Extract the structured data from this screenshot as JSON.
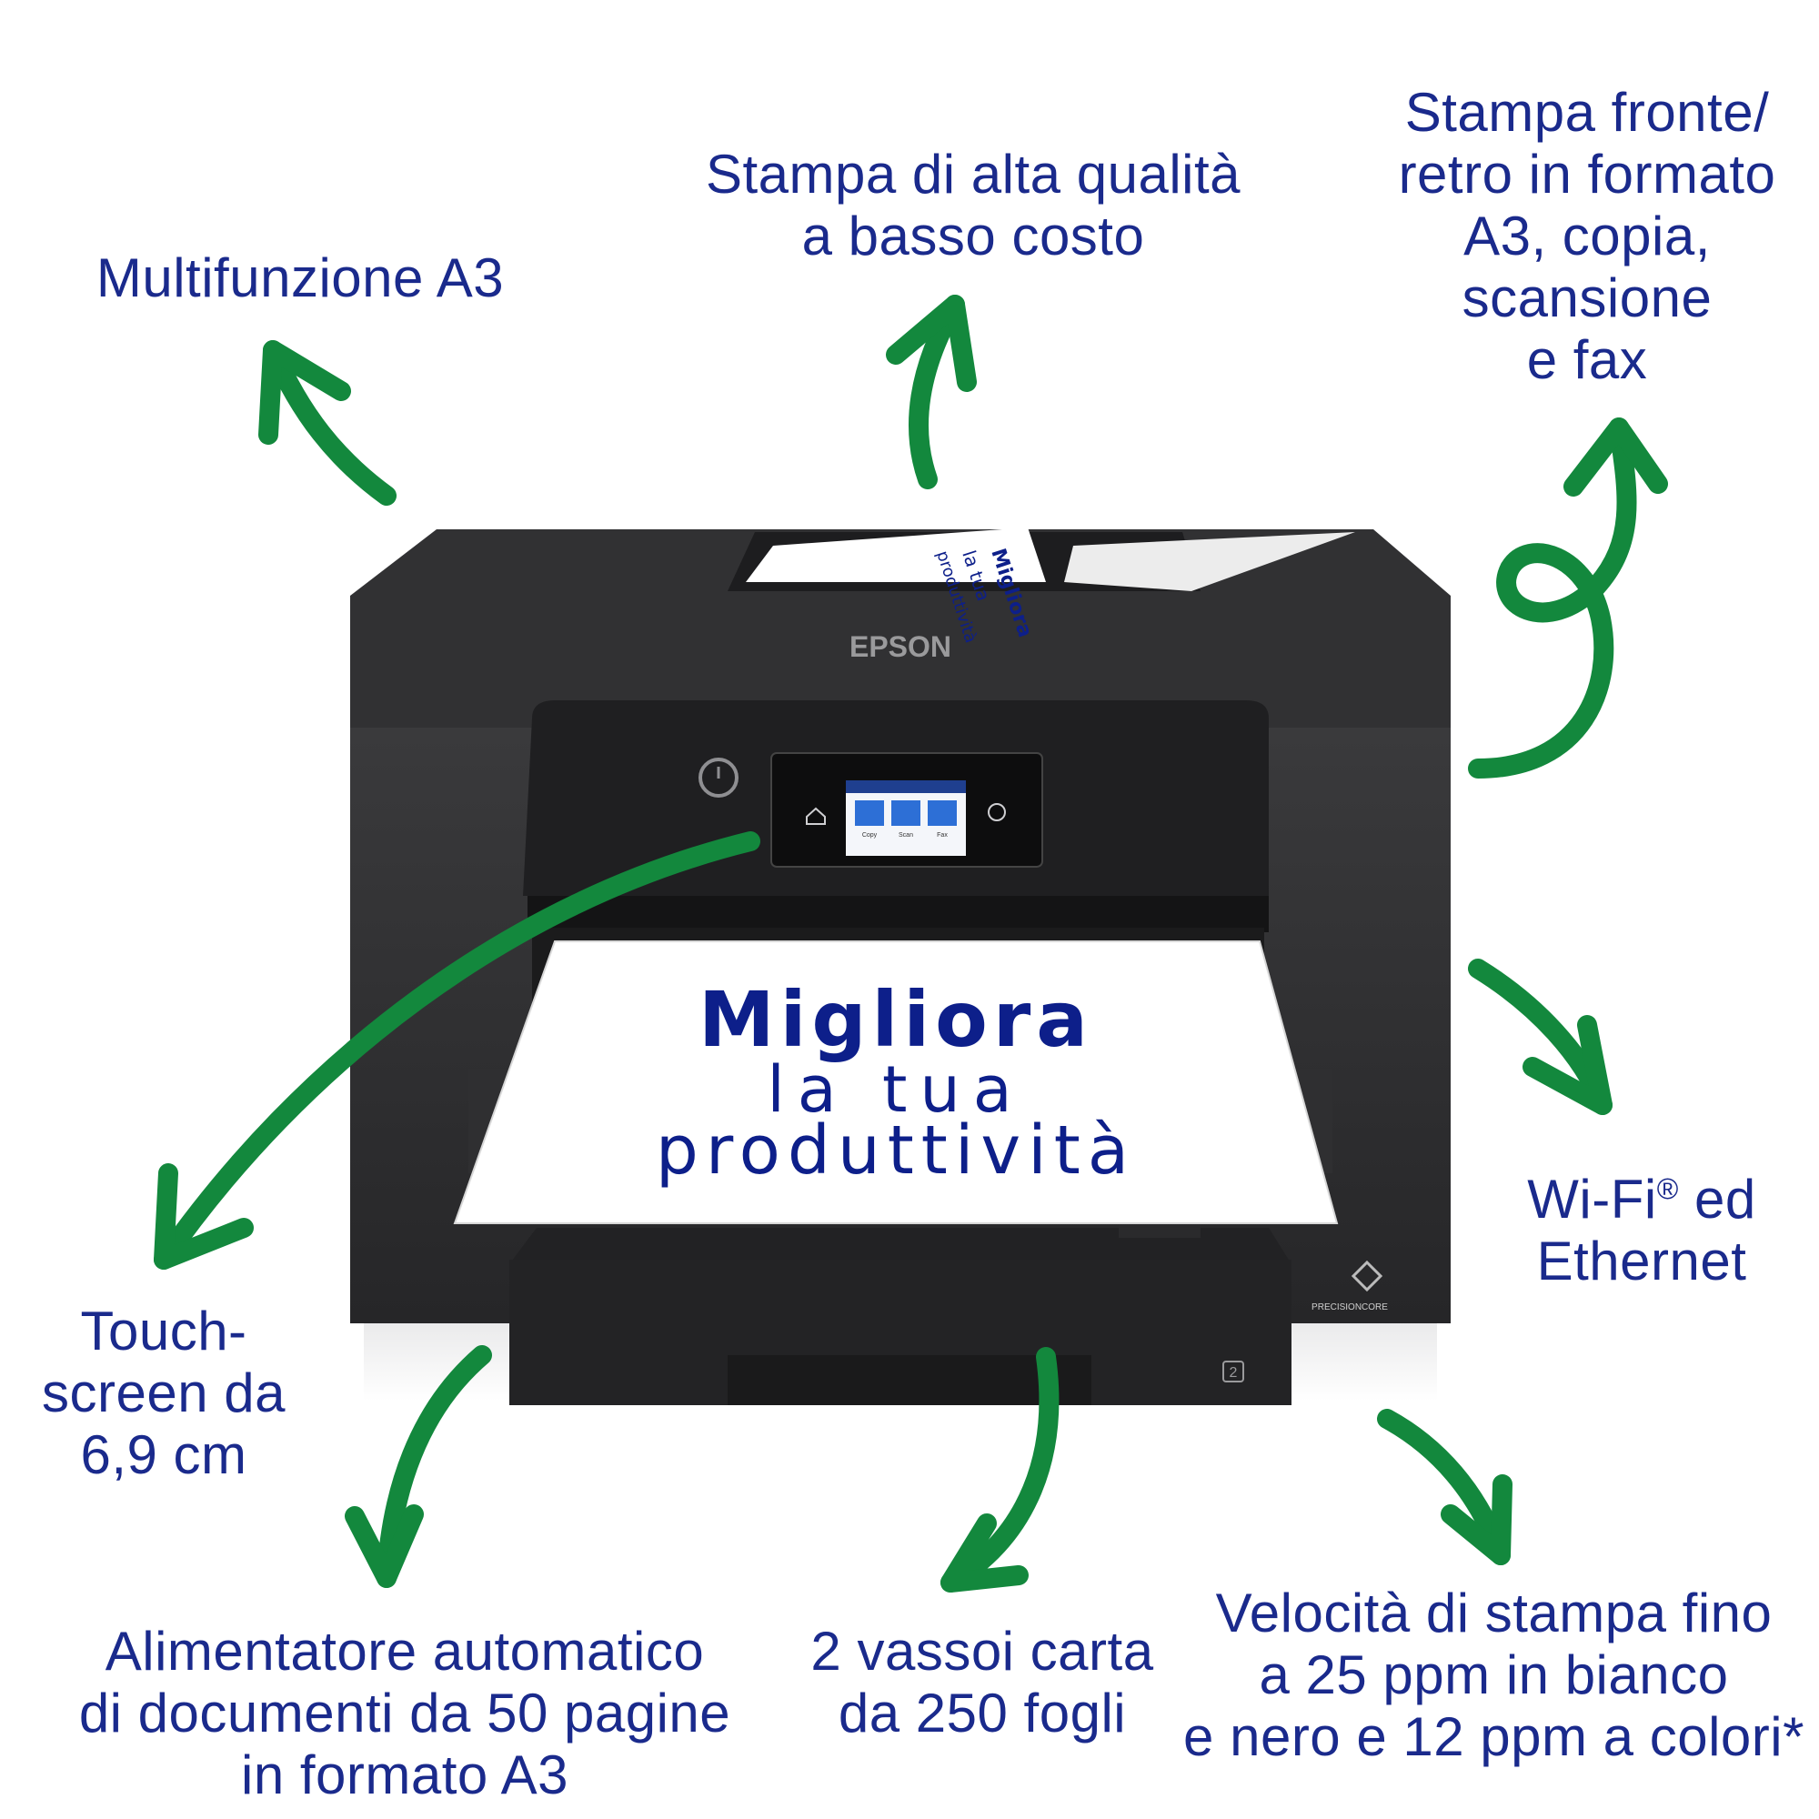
{
  "callouts": {
    "multifunzione": [
      "Multifunzione A3"
    ],
    "qualita": [
      "Stampa di alta qualità",
      "a basso costo"
    ],
    "fronte_retro": [
      "Stampa fronte/",
      "retro in formato",
      "A3, copia,",
      "scansione",
      "e fax"
    ],
    "wifi": {
      "line1_a": "Wi-Fi",
      "line1_reg": "®",
      "line1_b": " ed",
      "line2": "Ethernet"
    },
    "touchscreen": [
      "Touch-",
      "screen da",
      "6,9 cm"
    ],
    "alimentatore": [
      "Alimentatore automatico",
      "di documenti da 50 pagine",
      "in formato A3"
    ],
    "vassoi": [
      "2 vassoi carta",
      "da 250 fogli"
    ],
    "velocita": [
      "Velocità di stampa fino",
      "a 25 ppm in bianco",
      "e nero e 12 ppm a colori*"
    ]
  },
  "printer": {
    "brand": "EPSON",
    "paper_text": [
      "Migliora",
      "la tua",
      "produttività"
    ],
    "adf_paper_text": [
      "Migliora",
      "la tua",
      "produttività"
    ],
    "screen_labels": [
      "Copy",
      "Scan",
      "Fax"
    ],
    "precision_core": "PRECISIONCORE",
    "tray_number": "2"
  },
  "colors": {
    "text_blue": "#1a2a8c",
    "arrow_green": "#13883d",
    "printer_body": "#2b2b2d",
    "paper_text_blue": "#0d1f8a"
  }
}
